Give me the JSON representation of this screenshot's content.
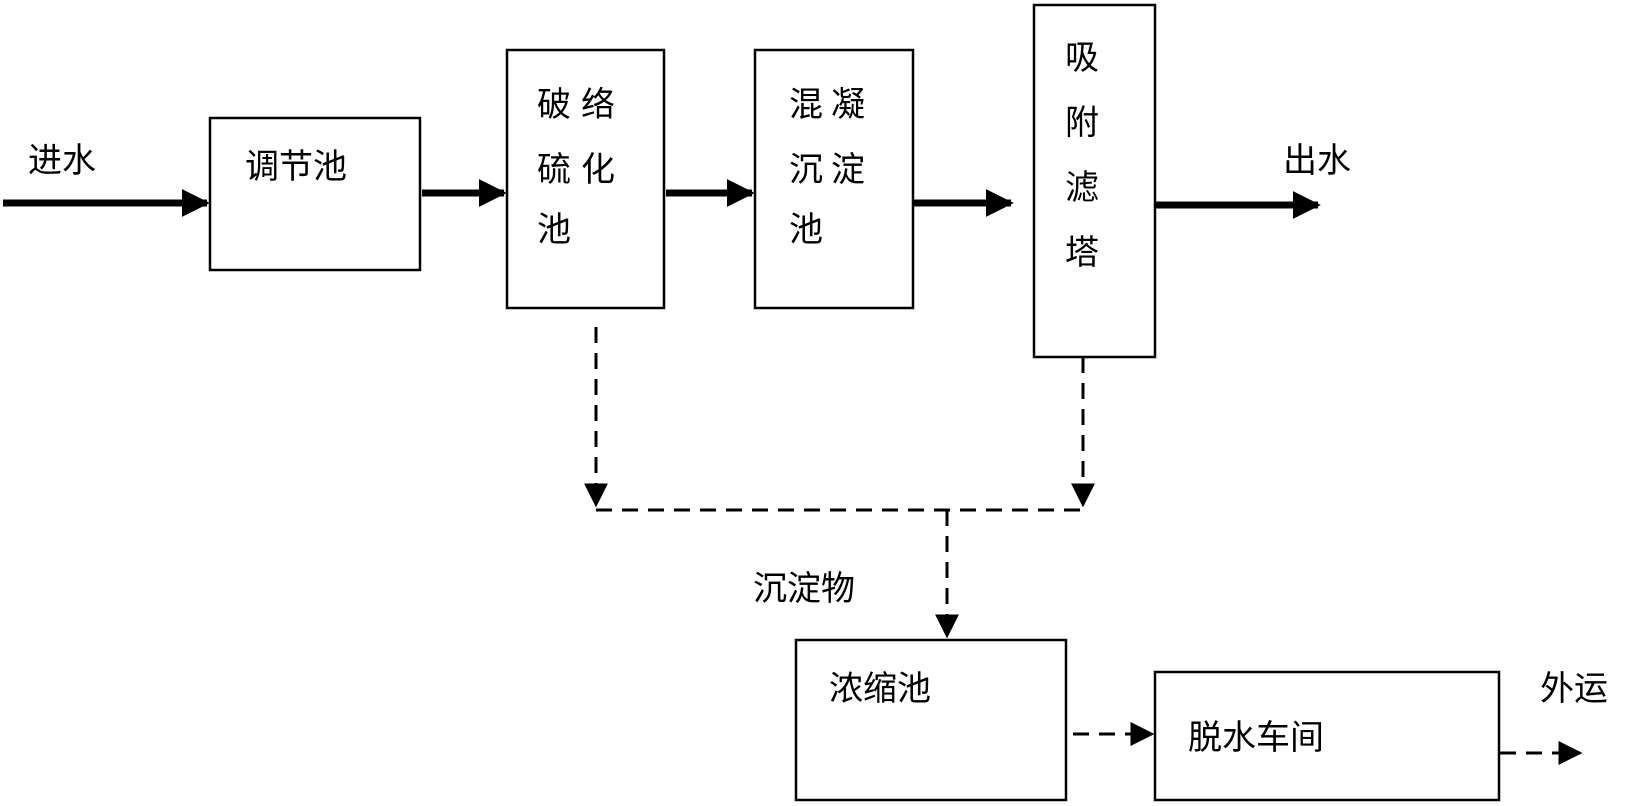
{
  "diagram": {
    "nodes": {
      "regulating_tank": {
        "label": "调节池"
      },
      "decomplex_sulfide_tank": {
        "lines": [
          "破络",
          "硫化",
          "池"
        ]
      },
      "coagulation_tank": {
        "lines": [
          "混凝",
          "沉淀",
          "池"
        ]
      },
      "adsorption_tower": {
        "lines": [
          "吸",
          "附",
          "滤",
          "塔"
        ]
      },
      "thickener": {
        "label": "浓缩池"
      },
      "dewatering_workshop": {
        "label": "脱水车间"
      }
    },
    "labels": {
      "inlet": "进水",
      "outlet": "出水",
      "sediment": "沉淀物",
      "transport_out": "外运"
    },
    "colors": {
      "stroke": "#000000",
      "background": "#ffffff"
    }
  }
}
